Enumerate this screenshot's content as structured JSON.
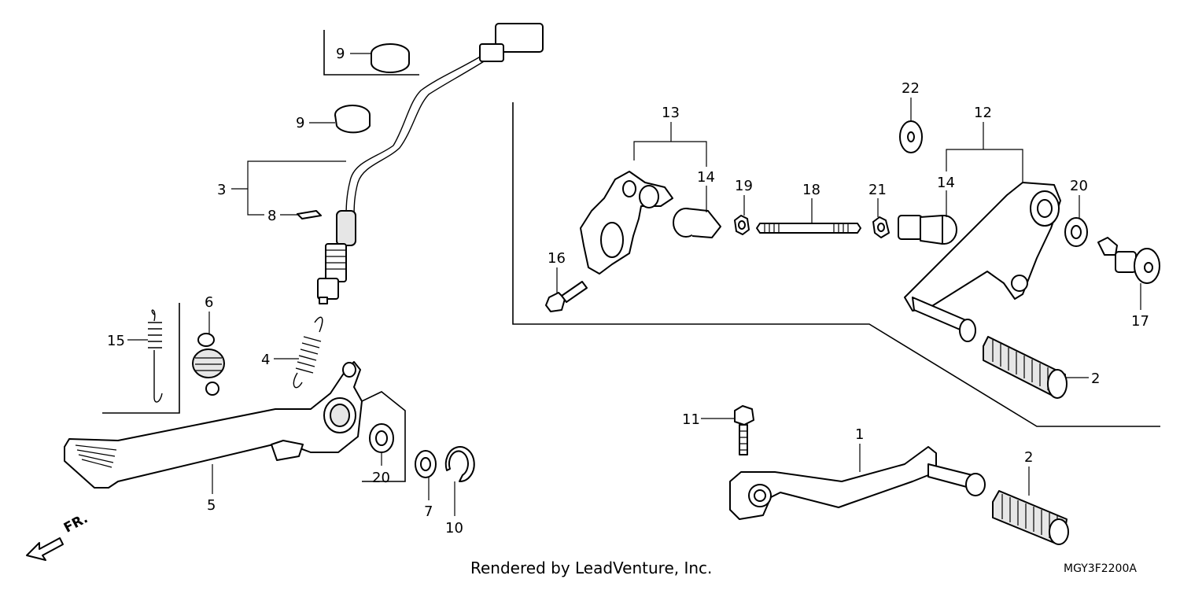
{
  "callouts": {
    "c1": "1",
    "c2a": "2",
    "c2b": "2",
    "c3": "3",
    "c4": "4",
    "c5": "5",
    "c6": "6",
    "c7": "7",
    "c8": "8",
    "c9a": "9",
    "c9b": "9",
    "c10": "10",
    "c11": "11",
    "c12": "12",
    "c13": "13",
    "c14a": "14",
    "c14b": "14",
    "c15": "15",
    "c16": "16",
    "c17": "17",
    "c18": "18",
    "c19": "19",
    "c20a": "20",
    "c20b": "20",
    "c21": "21",
    "c22": "22"
  },
  "direction_label": "FR.",
  "credit": "Rendered by LeadVenture, Inc.",
  "diagram_code": "MGY3F2200A"
}
